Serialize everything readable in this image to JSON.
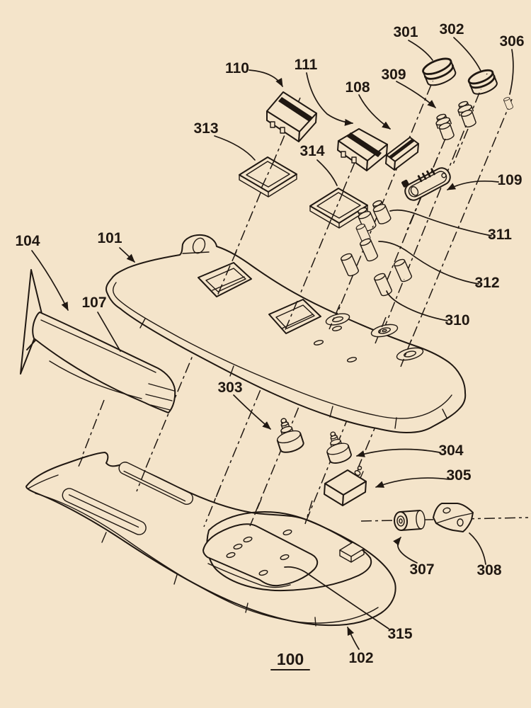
{
  "colors": {
    "background": "#f4e4ca",
    "ink": "#201812"
  },
  "labels": {
    "l100": "100",
    "l101": "101",
    "l102": "102",
    "l104": "104",
    "l107": "107",
    "l108": "108",
    "l109": "109",
    "l110": "110",
    "l111": "111",
    "l301": "301",
    "l302": "302",
    "l303": "303",
    "l304": "304",
    "l305": "305",
    "l306": "306",
    "l307": "307",
    "l308": "308",
    "l309": "309",
    "l310": "310",
    "l311": "311",
    "l312": "312",
    "l313": "313",
    "l314": "314",
    "l315": "315"
  }
}
